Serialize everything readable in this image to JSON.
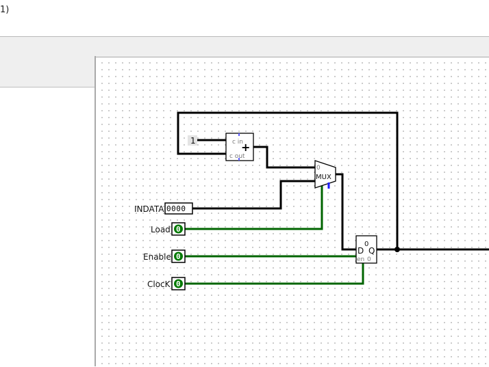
{
  "window": {
    "title_fragment": "1)"
  },
  "circuit": {
    "constant_value": "1",
    "adder": {
      "cin_label": "c in",
      "cout_label": "c out",
      "op": "+"
    },
    "mux": {
      "label": "MUX",
      "pin0": "0"
    },
    "register": {
      "d": "D",
      "q": "Q",
      "en": "en",
      "top": "0",
      "state": "0"
    },
    "inputs": [
      {
        "name": "INDATA",
        "value": "0000"
      },
      {
        "name": "Load",
        "value": "0"
      },
      {
        "name": "Enable",
        "value": "0"
      },
      {
        "name": "ClocK",
        "value": "0"
      }
    ],
    "colors": {
      "wire_black": "#000000",
      "wire_active": "#006400",
      "pin_fill": "#007a00"
    }
  }
}
